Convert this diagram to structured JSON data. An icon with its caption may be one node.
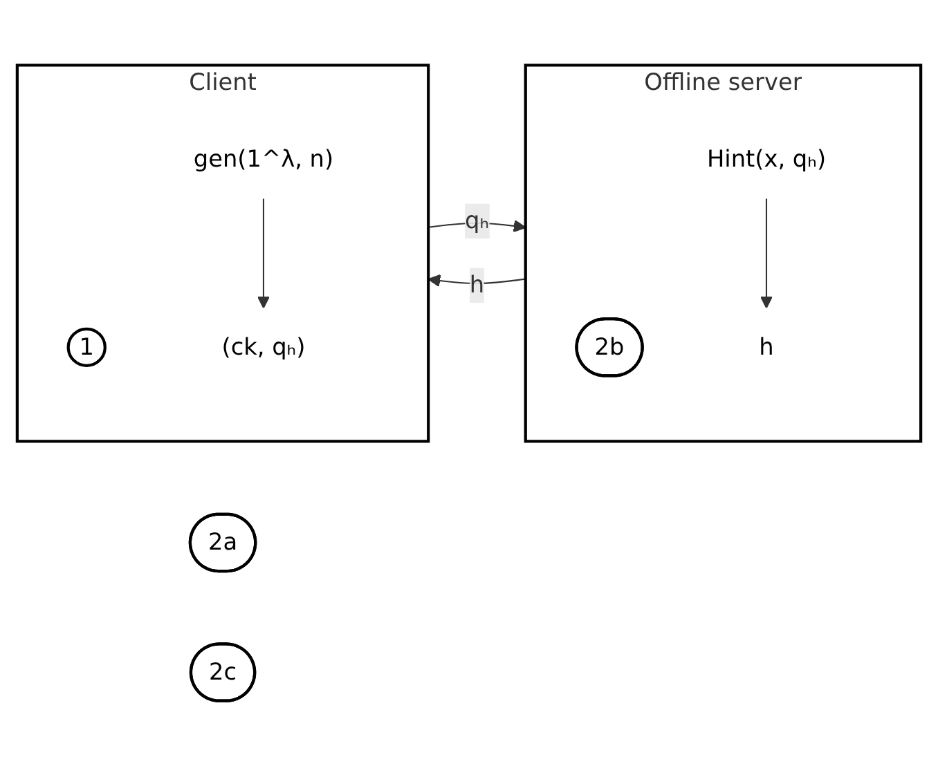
{
  "diagram": {
    "nodes": [
      {
        "text": [
          "Offline server"
        ]
      },
      {
        "text": [
          "2b"
        ],
        "in": 0
      },
      {
        "text": [
          "Hint(x, qₕ)"
        ],
        "in": 0
      },
      {
        "text": [
          "h"
        ],
        "in": 0
      },
      {
        "text": [
          "Client"
        ]
      },
      {
        "text": [
          "1"
        ],
        "in": 4
      },
      {
        "text": [
          "(ck, qₕ)"
        ],
        "in": 4
      },
      {
        "text": [
          "gen(1^λ, n)"
        ],
        "in": 4
      },
      {
        "text": [
          "2a"
        ]
      },
      {
        "text": [
          "2c"
        ]
      }
    ],
    "edges": [
      {
        "from": 2,
        "to": 3,
        "arrow": "to"
      },
      {
        "from": 7,
        "to": 6,
        "arrow": "to"
      },
      {
        "from": 4,
        "to": 0,
        "label": "qₕ",
        "arrow": "to"
      },
      {
        "from": 0,
        "to": 4,
        "label": "h",
        "arrow": "to"
      }
    ]
  }
}
